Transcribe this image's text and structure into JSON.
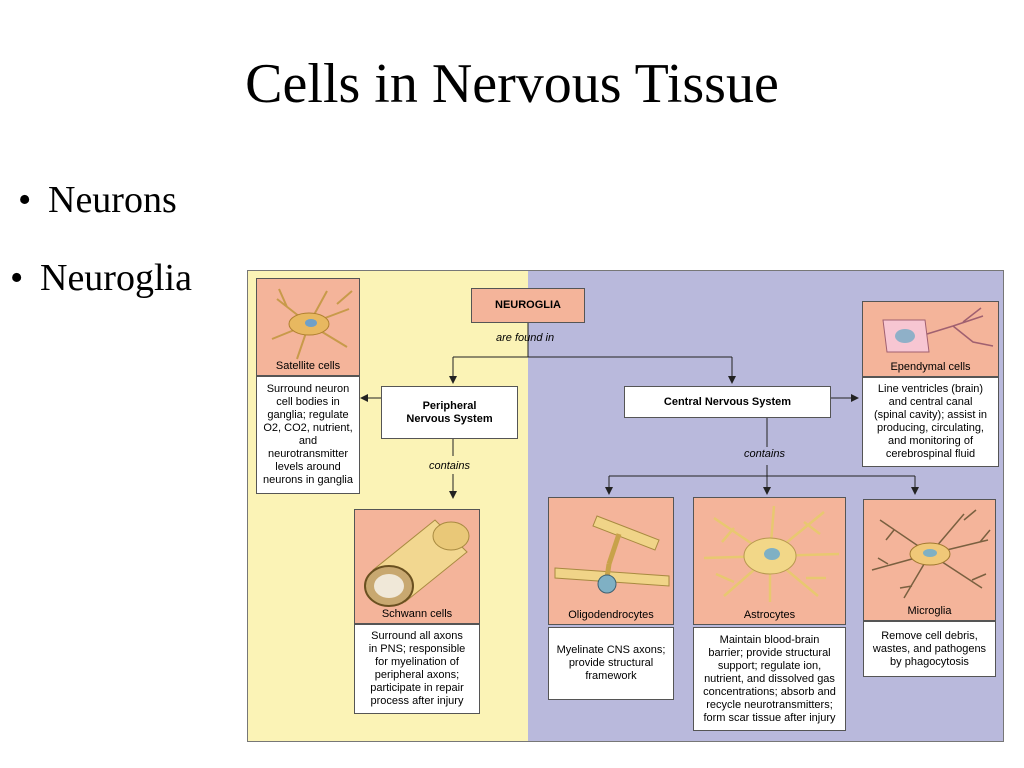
{
  "slide": {
    "title": "Cells in Nervous Tissue",
    "bullets": [
      "Neurons",
      "Neuroglia"
    ]
  },
  "diagram": {
    "root": "NEUROGLIA",
    "found_in_label": "are found in",
    "contains_label": "contains",
    "pns": {
      "label_line1": "Peripheral",
      "label_line2": "Nervous System"
    },
    "cns": {
      "label": "Central Nervous System"
    },
    "cells": {
      "satellite": {
        "name": "Satellite cells",
        "desc": [
          "Surround neuron",
          "cell bodies in",
          "ganglia; regulate",
          "O2, CO2, nutrient,",
          "and",
          "neurotransmitter",
          "levels around",
          "neurons in ganglia"
        ]
      },
      "schwann": {
        "name": "Schwann cells",
        "desc": [
          "Surround all axons",
          "in PNS; responsible",
          "for myelination of",
          "peripheral axons;",
          "participate in repair",
          "process after injury"
        ]
      },
      "ependymal": {
        "name": "Ependymal cells",
        "desc": [
          "Line ventricles (brain)",
          "and central canal",
          "(spinal cavity); assist in",
          "producing, circulating,",
          "and monitoring of",
          "cerebrospinal fluid"
        ]
      },
      "oligodendrocytes": {
        "name": "Oligodendrocytes",
        "desc": [
          "Myelinate CNS axons;",
          "provide structural",
          "framework"
        ]
      },
      "astrocytes": {
        "name": "Astrocytes",
        "desc": [
          "Maintain blood-brain",
          "barrier; provide structural",
          "support; regulate ion,",
          "nutrient, and dissolved gas",
          "concentrations; absorb and",
          "recycle neurotransmitters;",
          "form scar tissue after injury"
        ]
      },
      "microglia": {
        "name": "Microglia",
        "desc": [
          "Remove cell debris,",
          "wastes, and pathogens",
          "by phagocytosis"
        ]
      }
    },
    "colors": {
      "pns_zone": "#fbf3b6",
      "cns_zone": "#b9b9dc",
      "cell_card": "#f4b49a"
    }
  }
}
